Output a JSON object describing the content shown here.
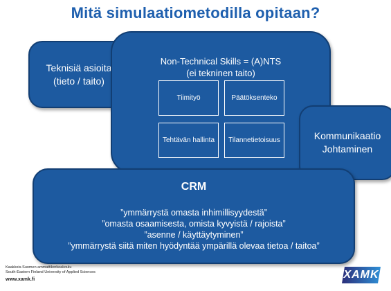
{
  "title": "Mitä simulaatiometodilla opitaan?",
  "technical": {
    "line1": "Teknisiä asioita",
    "line2": "(tieto / taito)"
  },
  "nts": {
    "line1": "Non-Technical Skills = (A)NTS",
    "line2": "(ei tekninen taito)",
    "cells": [
      "Tiimityö",
      "Päätöksenteko",
      "Tehtävän hallinta",
      "Tilannetietoisuus"
    ]
  },
  "communication": {
    "line1": "Kommunikaatio",
    "line2": "Johtaminen"
  },
  "crm": {
    "title": "CRM",
    "lines": [
      "”ymmärrystä omasta inhimillisyydestä”",
      "”omasta osaamisesta, omista kyvyistä / rajoista”",
      "”asenne / käyttäytyminen”",
      "”ymmärrystä siitä miten hyödyntää ympärillä olevaa tietoa / taitoa”"
    ]
  },
  "footer": {
    "line1": "Kaakkois-Suomen ammattikorkeakoulu",
    "line2": "South-Eastern Finland University of Applied Sciences",
    "url": "www.xamk.fi"
  },
  "logo": {
    "text": "XAMK",
    "colors": {
      "left": "#2c2f7a",
      "right": "#2f8fd6"
    }
  },
  "colors": {
    "title": "#1e5fae",
    "box_fill": "#1d5aa0",
    "box_border": "#123e73"
  }
}
